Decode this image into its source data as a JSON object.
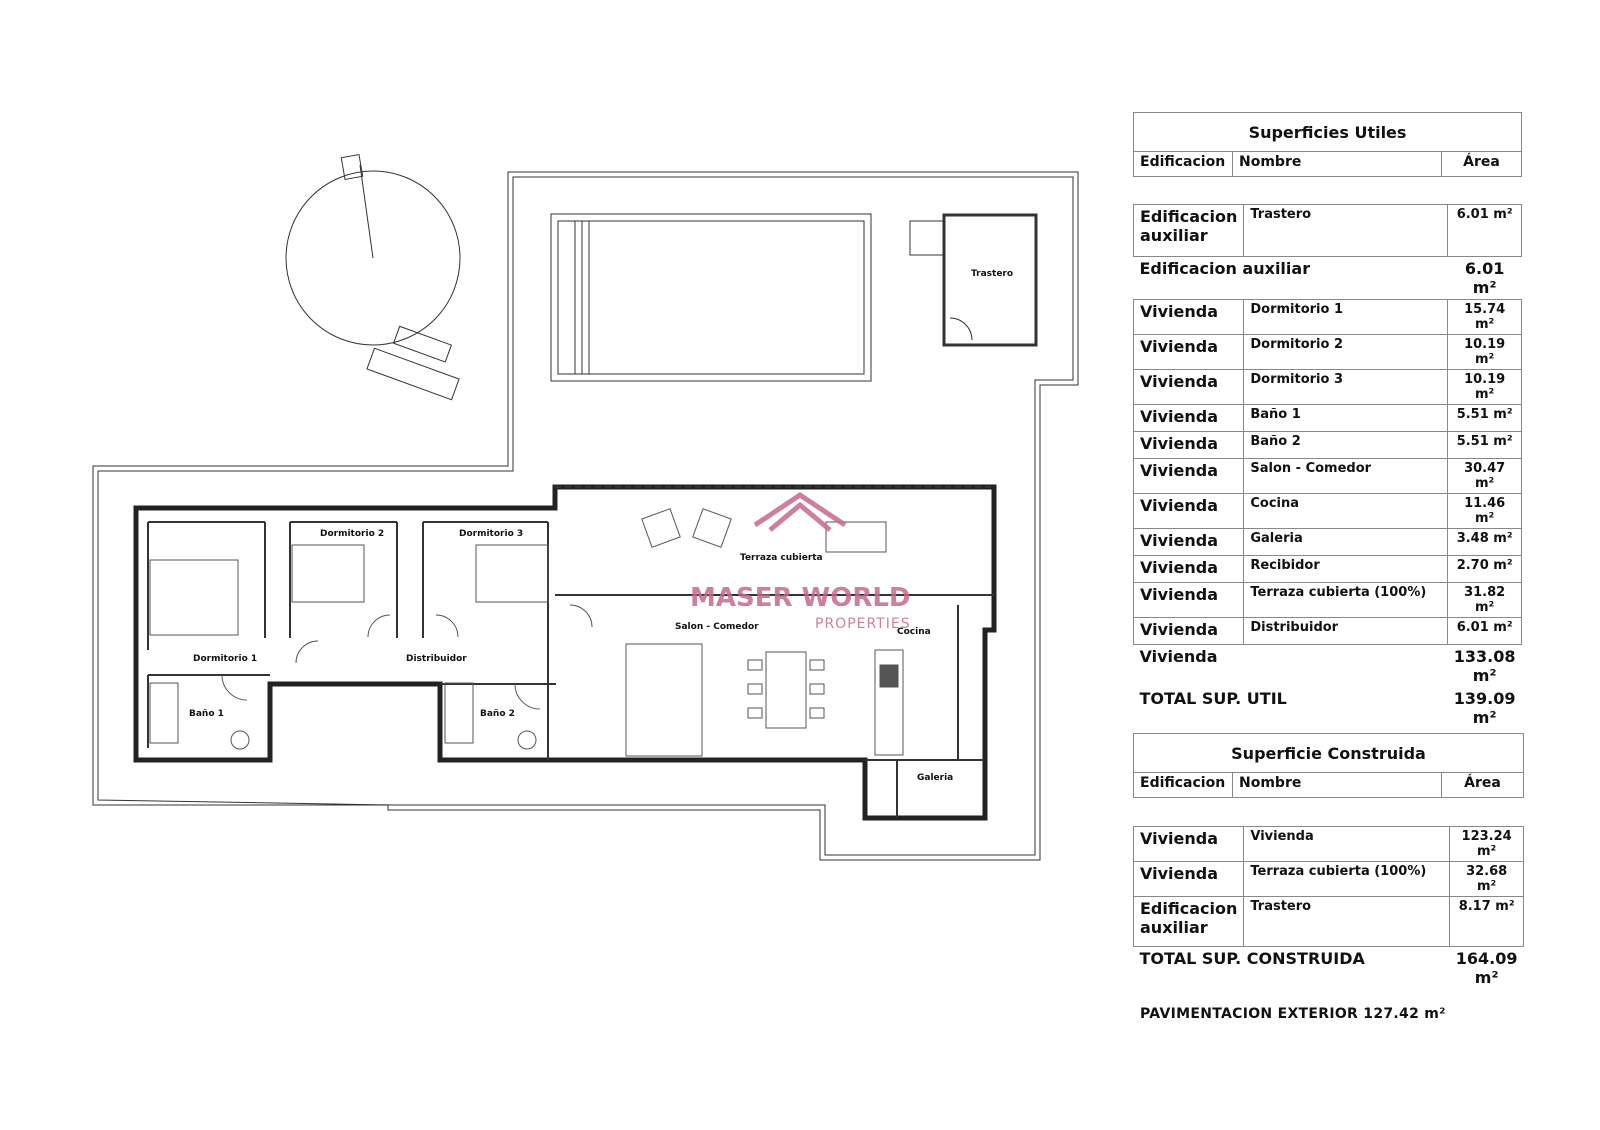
{
  "rooms": {
    "trastero": "Trastero",
    "dormitorio1": "Dormitorio 1",
    "dormitorio2": "Dormitorio 2",
    "dormitorio3": "Dormitorio 3",
    "terraza": "Terraza cubierta",
    "salon": "Salon - Comedor",
    "cocina": "Cocina",
    "distribuidor": "Distribuidor",
    "bano1": "Baño 1",
    "bano2": "Baño 2",
    "galeria": "Galeria"
  },
  "watermark": {
    "name": "MASER WORLD",
    "sub": "PROPERTIES"
  },
  "utiles": {
    "title": "Superficies Utiles",
    "headers": [
      "Edificacion",
      "Nombre",
      "Área"
    ],
    "aux_rows": [
      {
        "edificacion": "Edificacion auxiliar",
        "nombre": "Trastero",
        "area": "6.01 m²"
      }
    ],
    "aux_total": {
      "label": "Edificacion auxiliar",
      "area": "6.01 m²"
    },
    "rows": [
      {
        "edificacion": "Vivienda",
        "nombre": "Dormitorio 1",
        "area": "15.74 m²"
      },
      {
        "edificacion": "Vivienda",
        "nombre": "Dormitorio 2",
        "area": "10.19 m²"
      },
      {
        "edificacion": "Vivienda",
        "nombre": "Dormitorio 3",
        "area": "10.19 m²"
      },
      {
        "edificacion": "Vivienda",
        "nombre": "Baño 1",
        "area": "5.51 m²"
      },
      {
        "edificacion": "Vivienda",
        "nombre": "Baño 2",
        "area": "5.51 m²"
      },
      {
        "edificacion": "Vivienda",
        "nombre": "Salon - Comedor",
        "area": "30.47 m²"
      },
      {
        "edificacion": "Vivienda",
        "nombre": "Cocina",
        "area": "11.46 m²"
      },
      {
        "edificacion": "Vivienda",
        "nombre": "Galeria",
        "area": "3.48 m²"
      },
      {
        "edificacion": "Vivienda",
        "nombre": "Recibidor",
        "area": "2.70 m²"
      },
      {
        "edificacion": "Vivienda",
        "nombre": "Terraza cubierta (100%)",
        "area": "31.82 m²"
      },
      {
        "edificacion": "Vivienda",
        "nombre": "Distribuidor",
        "area": "6.01 m²"
      }
    ],
    "vivienda_total": {
      "label": "Vivienda",
      "area": "133.08 m²"
    },
    "total": {
      "label": "TOTAL SUP. UTIL",
      "area": "139.09 m²"
    }
  },
  "construida": {
    "title": "Superficie Construida",
    "headers": [
      "Edificacion",
      "Nombre",
      "Área"
    ],
    "rows": [
      {
        "edificacion": "Vivienda",
        "nombre": "Vivienda",
        "area": "123.24 m²"
      },
      {
        "edificacion": "Vivienda",
        "nombre": "Terraza cubierta (100%)",
        "area": "32.68 m²"
      },
      {
        "edificacion": "Edificacion auxiliar",
        "nombre": "Trastero",
        "area": "8.17 m²"
      }
    ],
    "total": {
      "label": "TOTAL SUP. CONSTRUIDA",
      "area": "164.09 m²"
    }
  },
  "pavimentacion": "PAVIMENTACION EXTERIOR 127.42 m²"
}
